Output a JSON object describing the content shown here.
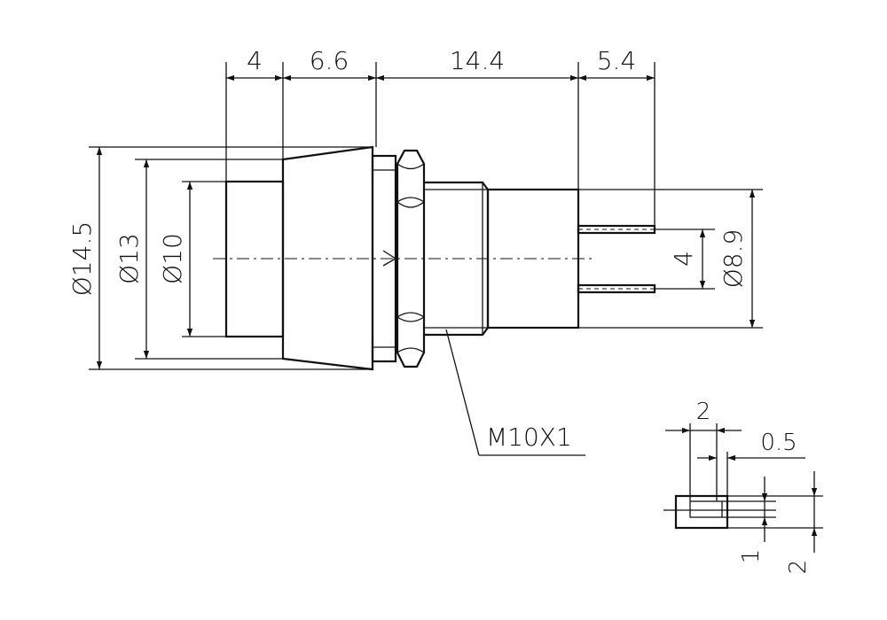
{
  "drawing": {
    "top_dims": [
      "4",
      "6.6",
      "14.4",
      "5.4"
    ],
    "left_dims": [
      "Ø14.5",
      "Ø13",
      "Ø10"
    ],
    "pin_spacing": "4",
    "body_diameter": "Ø8.9",
    "thread_label": "M10X1",
    "detail": {
      "width": "2",
      "offset": "0.5",
      "thickness": "1",
      "height": "2"
    }
  }
}
